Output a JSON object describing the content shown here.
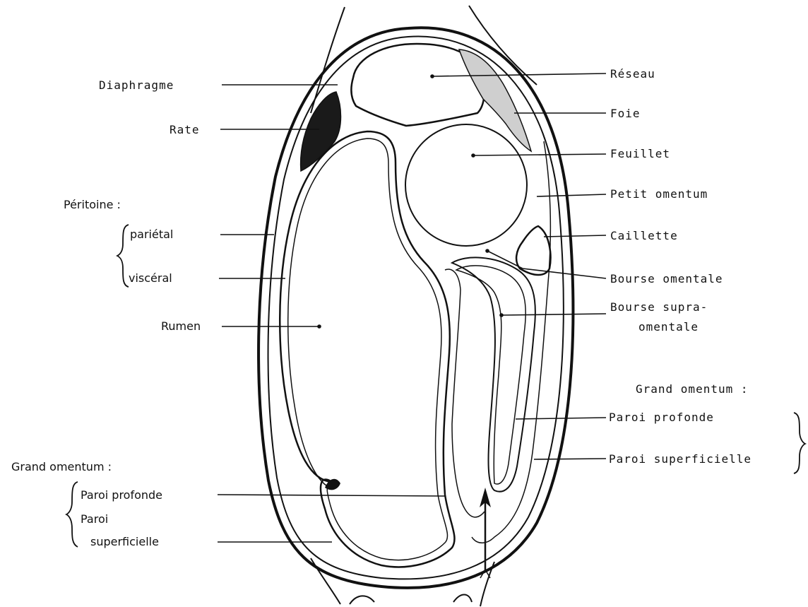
{
  "labels": {
    "diaphragme": "Diaphragme",
    "rate": "Rate",
    "peritoine": "Péritoine :",
    "parietal": "pariétal",
    "visceral": "viscéral",
    "rumen": "Rumen",
    "grand_omentum_left": "Grand omentum :",
    "paroi_profonde_left": "Paroi profonde",
    "paroi_left": "Paroi",
    "superficielle_left": "superficielle",
    "reseau": "Réseau",
    "foie": "Foie",
    "feuillet": "Feuillet",
    "petit_omentum": "Petit omentum",
    "caillette": "Caillette",
    "bourse_omentale": "Bourse omentale",
    "bourse_supra_1": "Bourse supra-",
    "bourse_supra_2": "omentale",
    "grand_omentum_right": "Grand omentum :",
    "paroi_profonde_right": "Paroi profonde",
    "paroi_superficielle_right": "Paroi superficielle"
  },
  "colors": {
    "ink": "#111111",
    "background": "#ffffff"
  }
}
